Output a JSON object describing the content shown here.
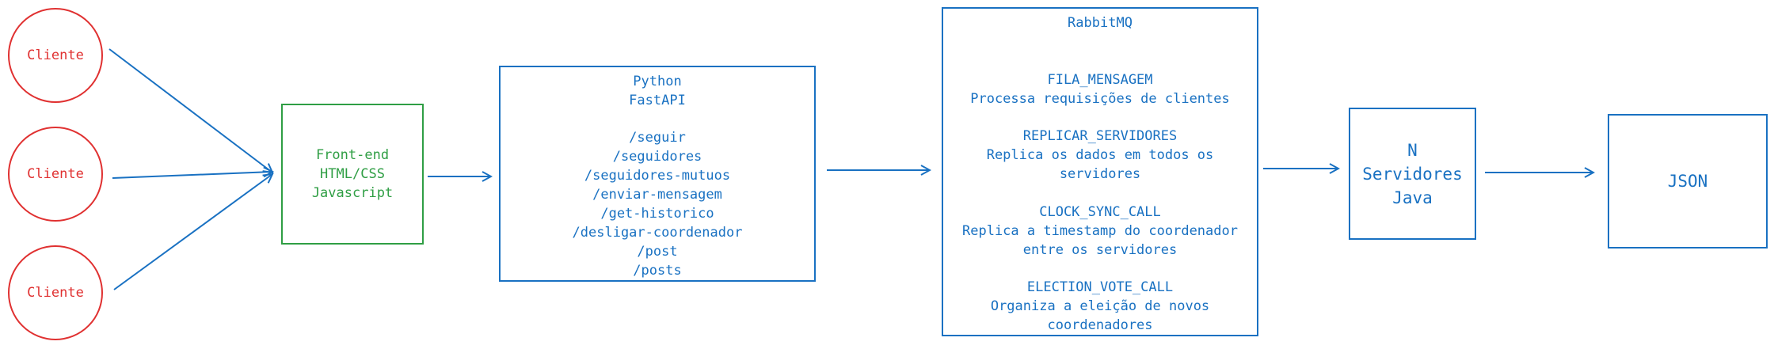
{
  "colors": {
    "client": "#e03131",
    "frontend": "#2f9e44",
    "primary": "#1971c2"
  },
  "clients": [
    "Cliente",
    "Cliente",
    "Cliente"
  ],
  "frontend": {
    "lines": [
      "Front-end",
      "HTML/CSS",
      "Javascript"
    ]
  },
  "api": {
    "title": "Python",
    "subtitle": "FastAPI",
    "routes": [
      "/seguir",
      "/seguidores",
      "/seguidores-mutuos",
      "/enviar-mensagem",
      "/get-historico",
      "/desligar-coordenador",
      "/post",
      "/posts"
    ]
  },
  "rabbitmq": {
    "title": "RabbitMQ",
    "queues": [
      {
        "name": "FILA_MENSAGEM",
        "desc": [
          "Processa requisições de clientes"
        ]
      },
      {
        "name": "REPLICAR_SERVIDORES",
        "desc": [
          "Replica os dados em todos os",
          "servidores"
        ]
      },
      {
        "name": "CLOCK_SYNC_CALL",
        "desc": [
          "Replica a timestamp do coordenador",
          "entre os servidores"
        ]
      },
      {
        "name": "ELECTION_VOTE_CALL",
        "desc": [
          "Organiza a eleição de novos",
          "coordenadores"
        ]
      }
    ]
  },
  "servers": {
    "lines": [
      "N",
      "Servidores",
      "Java"
    ]
  },
  "output": {
    "label": "JSON"
  }
}
